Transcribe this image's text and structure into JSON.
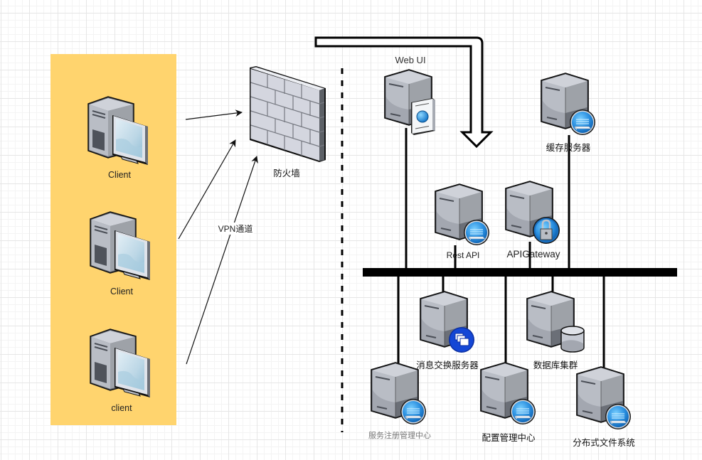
{
  "diagram": {
    "client_zone": {
      "color": "#ffd46e",
      "clients": [
        {
          "label": "Client"
        },
        {
          "label": "Client"
        },
        {
          "label": "client"
        }
      ]
    },
    "firewall": {
      "label": "防火墙"
    },
    "vpn_label": "VPN通道",
    "boundary": {
      "style": "dashed"
    },
    "bus": {
      "color": "#000000"
    },
    "servers": {
      "web_ui": {
        "label": "Web UI",
        "badge": "web-page-icon"
      },
      "cache": {
        "label": "缓存服务器",
        "badge": "storage-icon"
      },
      "rest_api": {
        "label": "Rest API",
        "badge": "storage-icon"
      },
      "api_gateway": {
        "label": "APIGateway",
        "badge": "lock-icon"
      },
      "message": {
        "label": "消息交换服务器",
        "badge": "windows-icon"
      },
      "database": {
        "label": "数据库集群",
        "badge": "database-icon"
      },
      "registry": {
        "label": "服务注册管理中心",
        "badge": "storage-icon"
      },
      "config": {
        "label": "配置管理中心",
        "badge": "storage-icon"
      },
      "dfs": {
        "label": "分布式文件系统",
        "badge": "storage-icon"
      }
    },
    "colors": {
      "server_light": "#c9ccd3",
      "server_mid": "#a7abb3",
      "server_dark": "#5f636b",
      "badge_blue": "#2a8fe0",
      "badge_royal": "#1447d6"
    }
  }
}
